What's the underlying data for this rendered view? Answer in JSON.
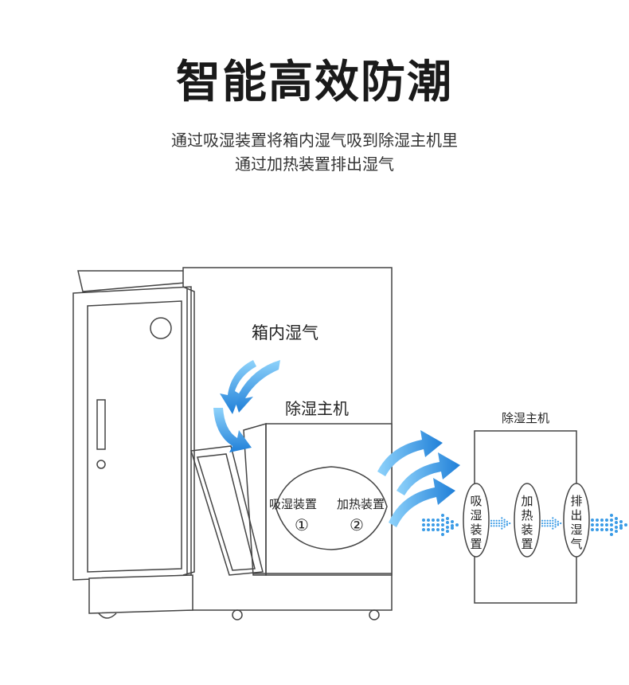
{
  "header": {
    "title": "智能高效防潮",
    "subtitle_line1": "通过吸湿装置将箱内湿气吸到除湿主机里",
    "subtitle_line2": "通过加热装置排出湿气"
  },
  "cabinet": {
    "air_label": "箱内湿气",
    "unit_label": "除湿主机",
    "module1_label": "吸湿装置",
    "module1_number": "①",
    "module2_label": "加热装置",
    "module2_number": "②"
  },
  "flow": {
    "box_title": "除湿主机",
    "stages": [
      {
        "chars": [
          "吸",
          "湿",
          "装",
          "置"
        ]
      },
      {
        "chars": [
          "加",
          "热",
          "装",
          "置"
        ]
      },
      {
        "chars": [
          "排",
          "出",
          "湿",
          "气"
        ]
      }
    ]
  },
  "colors": {
    "arrow_blue": "#2f8fe0",
    "arrow_light": "#6fc0f5",
    "line": "#444444"
  }
}
